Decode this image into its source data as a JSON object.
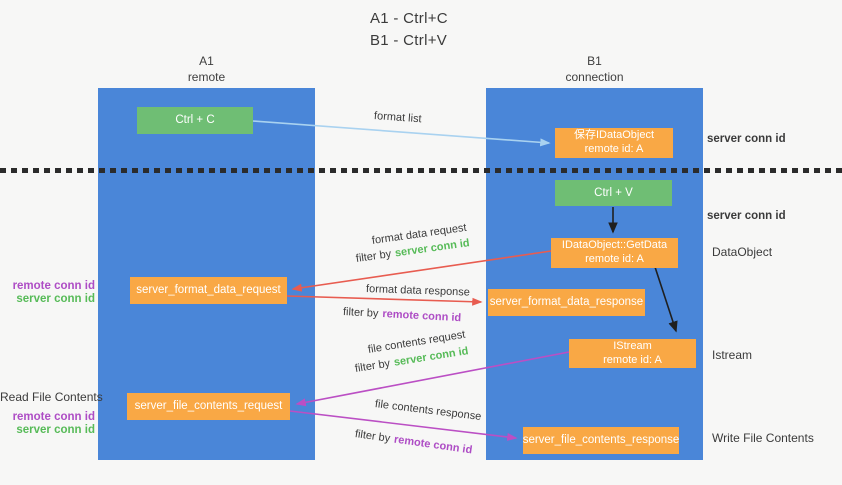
{
  "title": {
    "line1": "A1 - Ctrl+C",
    "line2": "B1 - Ctrl+V"
  },
  "lifelines": {
    "left": {
      "name": "A1",
      "role": "remote"
    },
    "right": {
      "name": "B1",
      "role": "connection"
    }
  },
  "boxes": {
    "ctrl_c": "Ctrl + C",
    "ctrl_v": "Ctrl + V",
    "save_idataobject": {
      "line1": "保存IDataObject",
      "line2": "remote id: A"
    },
    "getdata": {
      "line1": "IDataObject::GetData",
      "line2": "remote id: A"
    },
    "istream": {
      "line1": "IStream",
      "line2": "remote id: A"
    },
    "format_request": "server_format_data_request",
    "format_response": "server_format_data_response",
    "file_request": "server_file_contents_request",
    "file_response": "server_file_contents_response"
  },
  "side_labels": {
    "right_server_conn_id_top": "server conn id",
    "right_server_conn_id_mid": "server conn id",
    "right_dataobject": "DataObject",
    "right_istream": "Istream",
    "right_write_file_contents": "Write File Contents",
    "left_remote_conn_id_1": "remote conn id",
    "left_server_conn_id_1": "server conn id",
    "left_read_file_contents": "Read File Contents",
    "left_remote_conn_id_2": "remote conn id",
    "left_server_conn_id_2": "server conn id"
  },
  "arrows": {
    "format_list": {
      "label": "format list"
    },
    "format_data_request": {
      "label": "format data request",
      "filter_prefix": "filter by",
      "filter_key": "server conn id"
    },
    "format_data_response": {
      "label": "format data response",
      "filter_prefix": "filter by",
      "filter_key": "remote conn id"
    },
    "file_contents_request": {
      "label": "file contents request",
      "filter_prefix": "filter by",
      "filter_key": "server conn id"
    },
    "file_contents_response": {
      "label": "file contents response",
      "filter_prefix": "filter by",
      "filter_key": "remote conn id"
    }
  },
  "colors": {
    "lifeline_blue": "#4a86d8",
    "action_green": "#6fbe74",
    "step_orange": "#f9a845",
    "request_red": "#e85c50",
    "response_magenta": "#bb4fc4",
    "format_list_blue": "#a9d2f0",
    "server_conn_green": "#57bb58",
    "remote_conn_purple": "#ae4dc5"
  }
}
